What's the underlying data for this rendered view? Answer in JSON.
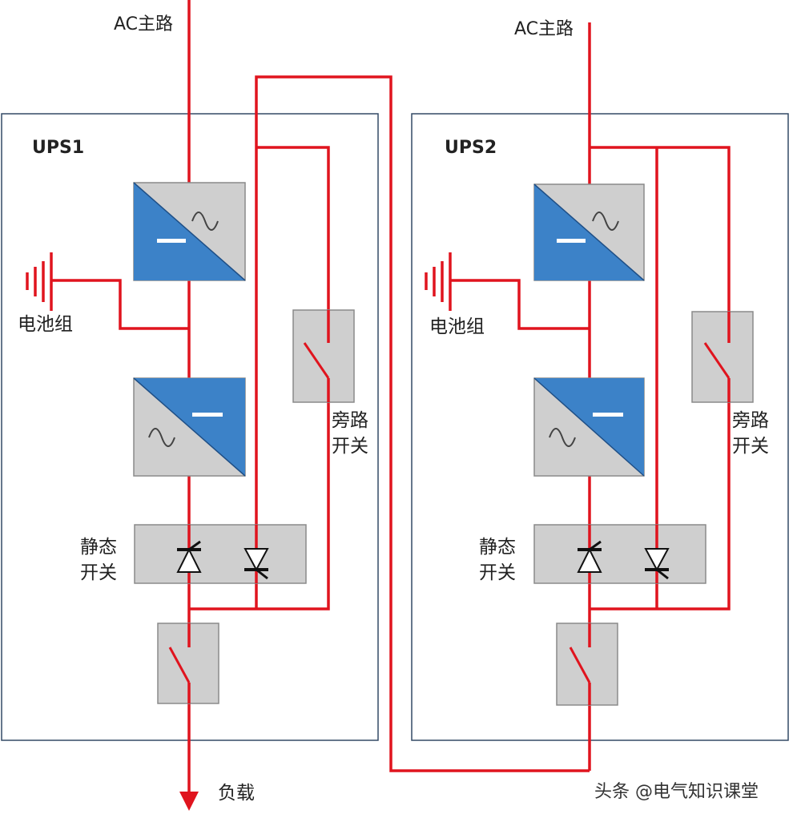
{
  "colors": {
    "wire": "#e0141e",
    "cabinet_border": "#334a66",
    "component_fill": "#cfcfcf",
    "component_border": "#8a8a8a",
    "converter_blue": "#3c82c8"
  },
  "diagram": {
    "ups1": {
      "title": "UPS1",
      "ac_label": "AC主路",
      "battery_label": "电池组",
      "bypass_label_1": "旁路",
      "bypass_label_2": "开关",
      "static_label_1": "静态",
      "static_label_2": "开关"
    },
    "ups2": {
      "title": "UPS2",
      "ac_label": "AC主路",
      "battery_label": "电池组",
      "bypass_label_1": "旁路",
      "bypass_label_2": "开关",
      "static_label_1": "静态",
      "static_label_2": "开关"
    },
    "load_label": "负载"
  },
  "watermark": "头条 @电气知识课堂"
}
